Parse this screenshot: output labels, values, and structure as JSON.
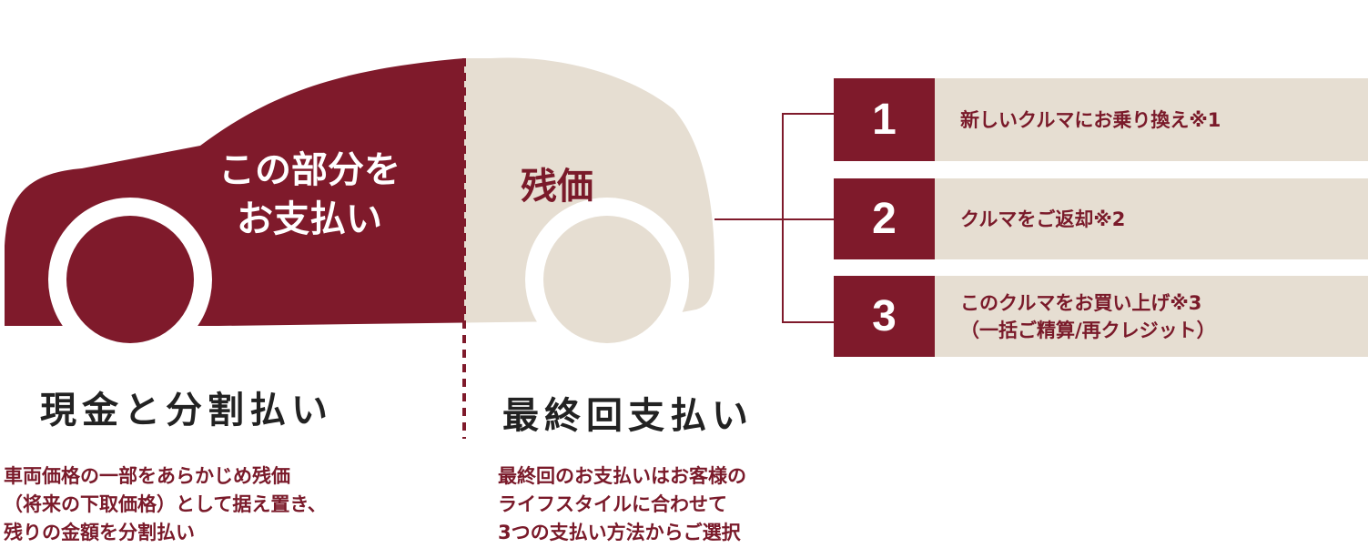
{
  "colors": {
    "maroon": "#7f1a2b",
    "beige": "#e6ded2",
    "white": "#ffffff",
    "text_dark": "#222222"
  },
  "car": {
    "left_label_line1": "この部分を",
    "left_label_line2": "お支払い",
    "right_label": "残価"
  },
  "sections": {
    "cash": {
      "title": "現金と分割払い",
      "desc_line1": "車両価格の一部をあらかじめ残価",
      "desc_line2": "（将来の下取価格）として据え置き、",
      "desc_line3": "残りの金額を分割払い"
    },
    "final": {
      "title": "最終回支払い",
      "desc_line1": "最終回のお支払いはお客様の",
      "desc_line2": "ライフスタイルに合わせて",
      "desc_line3": "3つの支払い方法からご選択"
    }
  },
  "options": [
    {
      "number": "1",
      "line1": "新しいクルマにお乗り換え※1",
      "line2": ""
    },
    {
      "number": "2",
      "line1": "クルマをご返却※2",
      "line2": ""
    },
    {
      "number": "3",
      "line1": "このクルマをお買い上げ※3",
      "line2": "（一括ご精算/再クレジット）"
    }
  ]
}
